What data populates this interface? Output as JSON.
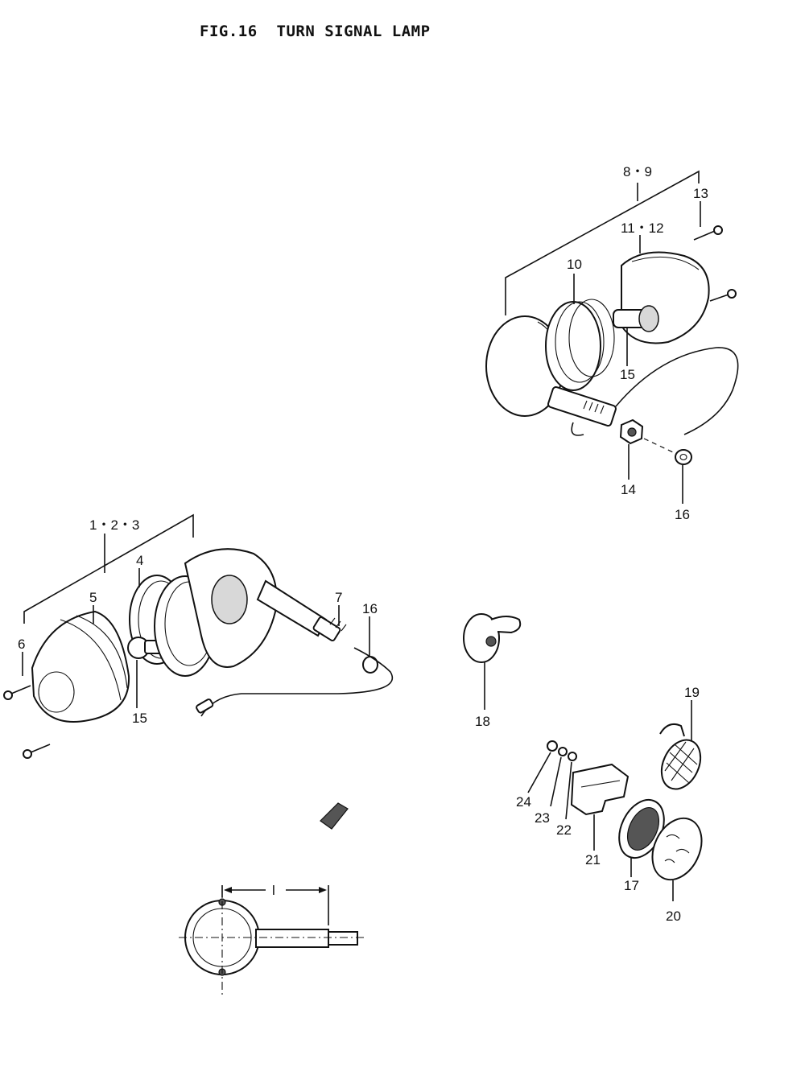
{
  "title": "FIG.16  TURN SIGNAL LAMP",
  "callouts": {
    "c_8_9": "8・9",
    "c_13": "13",
    "c_11_12": "11・12",
    "c_10": "10",
    "c_15a": "15",
    "c_14": "14",
    "c_16a": "16",
    "c_1_2_3": "1・2・3",
    "c_4": "4",
    "c_5": "5",
    "c_6": "6",
    "c_15b": "15",
    "c_7": "7",
    "c_16b": "16",
    "c_18": "18",
    "c_19": "19",
    "c_24": "24",
    "c_23": "23",
    "c_22": "22",
    "c_21": "21",
    "c_17": "17",
    "c_20": "20",
    "dim_l": "l"
  }
}
